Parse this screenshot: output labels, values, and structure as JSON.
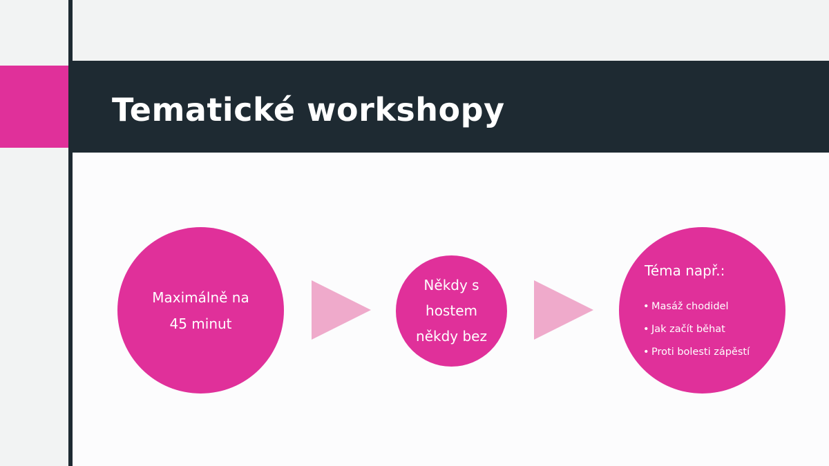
{
  "slide": {
    "title": "Tematické workshopy"
  },
  "process": {
    "step1": {
      "lines": [
        "Maximálně na",
        "45 minut"
      ]
    },
    "step2": {
      "lines": [
        "Někdy s",
        "hostem",
        "někdy bez"
      ]
    },
    "step3": {
      "heading": "Téma např.:",
      "bullet_glyph": "•",
      "items": [
        "Masáž chodidel",
        "Jak začít běhat",
        "Proti bolesti zápěstí"
      ]
    }
  },
  "colors": {
    "accent": "#e0309a",
    "arrow": "#efaacb",
    "title_bar": "#1e2a32",
    "background": "#f2f3f3",
    "panel": "#fcfcfd"
  },
  "icons": {
    "arrow": "right-triangle-arrow"
  }
}
